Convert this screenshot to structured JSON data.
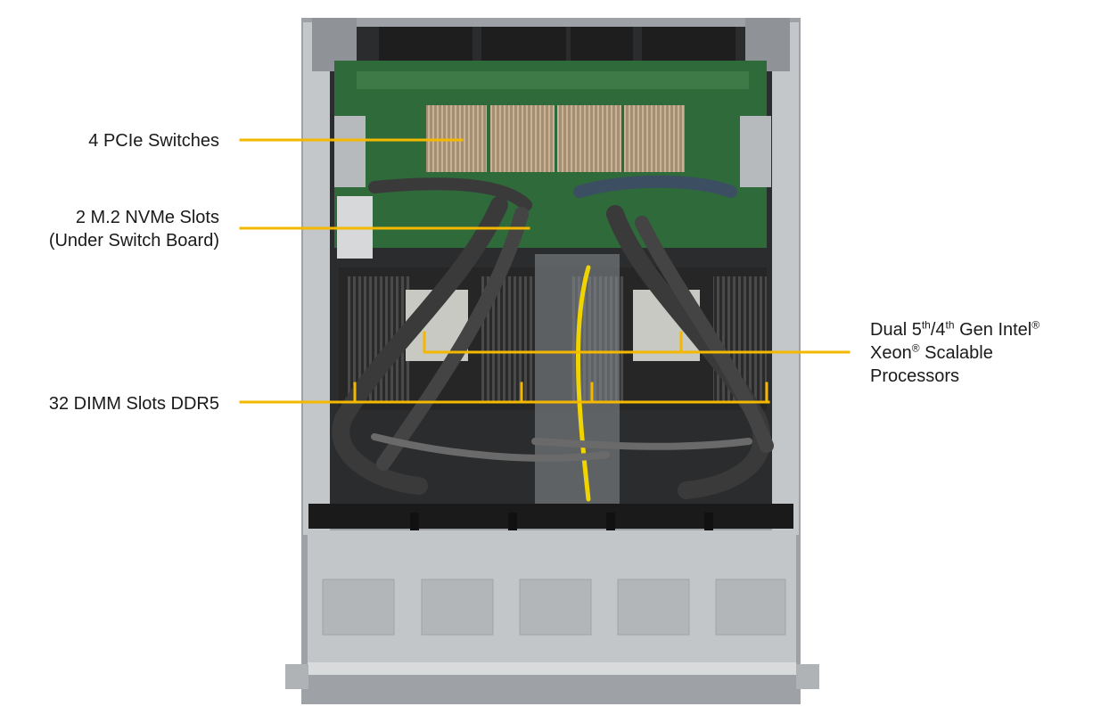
{
  "colors": {
    "callout_line": "#f5b800",
    "chassis_metal": "#b9bcbf",
    "motherboard": "#2f6a3a",
    "heatsink": "#a08a6e",
    "cable": "#3a3a3a",
    "yellow_cable": "#f0d400"
  },
  "callouts": [
    {
      "id": "pcie",
      "lines": [
        "4 PCIe Switches"
      ]
    },
    {
      "id": "nvme",
      "lines": [
        "2 M.2 NVMe Slots",
        "(Under Switch Board)"
      ]
    },
    {
      "id": "dimm",
      "lines": [
        "32 DIMM Slots DDR5"
      ]
    },
    {
      "id": "cpu",
      "line1_parts": [
        "Dual 5",
        "th",
        "/4",
        "th",
        " Gen Intel",
        "®"
      ],
      "line2_parts": [
        "Xeon",
        "®",
        " Scalable"
      ],
      "line3": "Processors"
    }
  ]
}
